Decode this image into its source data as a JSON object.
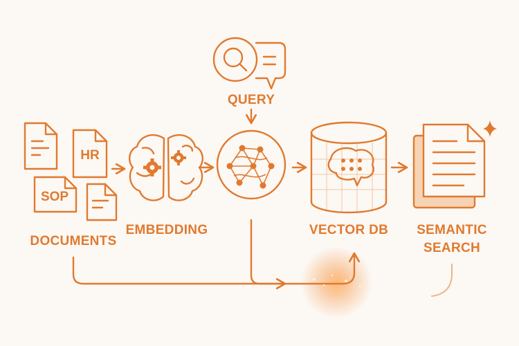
{
  "labels": {
    "query": "QUERY",
    "documents": "DOCUMENTS",
    "embedding": "EMBEDDING",
    "vector_db": "VECTOR DB",
    "semantic_search_line1": "SEMANTIC",
    "semantic_search_line2": "SEARCH"
  },
  "doc_tags": {
    "hr": "HR",
    "sop": "SOP"
  },
  "colors": {
    "accent": "#e07a2f",
    "accent_light": "#f6d3b4",
    "background": "#fcf8f4"
  },
  "icons": {
    "query": "search-chat-icon",
    "documents": "document-stack-icon",
    "embedding": "brain-gears-icon",
    "network": "neural-network-icon",
    "vector_db": "database-brain-icon",
    "semantic_search": "document-sparkle-icon"
  }
}
